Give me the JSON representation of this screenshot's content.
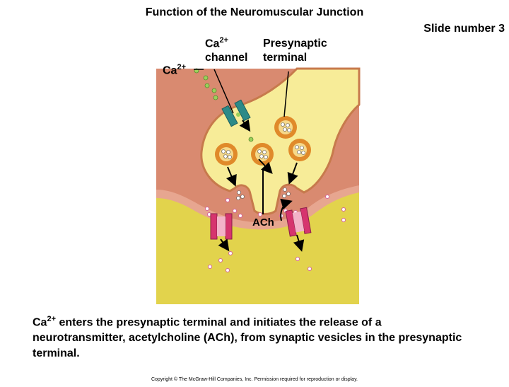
{
  "title": "Function of the Neuromuscular Junction",
  "slide_number": "Slide number 3",
  "labels": {
    "ca_channel_base": "Ca",
    "ca_channel_sup": "2+",
    "ca_channel_word": "channel",
    "ca_outside_base": "Ca",
    "ca_outside_sup": "2+",
    "presynaptic_line1": "Presynaptic",
    "presynaptic_line2": "terminal",
    "ach": "ACh"
  },
  "caption": {
    "prefix_base": "Ca",
    "prefix_sup": "2+",
    "text": " enters the presynaptic terminal and initiates the release of a neurotransmitter, acetylcholine (ACh), from synaptic vesicles in the presynaptic terminal."
  },
  "copyright": "Copyright © The McGraw-Hill Companies, Inc. Permission required for reproduction or display.",
  "colors": {
    "muscle": "#e2d34c",
    "membrane": "#d98a70",
    "terminal": "#f7ec98",
    "terminal_outline": "#c77a4c",
    "vesicle_outer": "#e08a2a",
    "vesicle_inner": "#f6d98a",
    "calcium": "#9ad05a",
    "ca_channel": "#2c8a88",
    "receptor": "#d6346e",
    "ach": "#d5649e"
  },
  "icons": {
    "ca_channel": "ca-channel-icon",
    "receptor": "ach-receptor-icon",
    "vesicle": "synaptic-vesicle-icon",
    "ion": "calcium-ion-icon"
  }
}
